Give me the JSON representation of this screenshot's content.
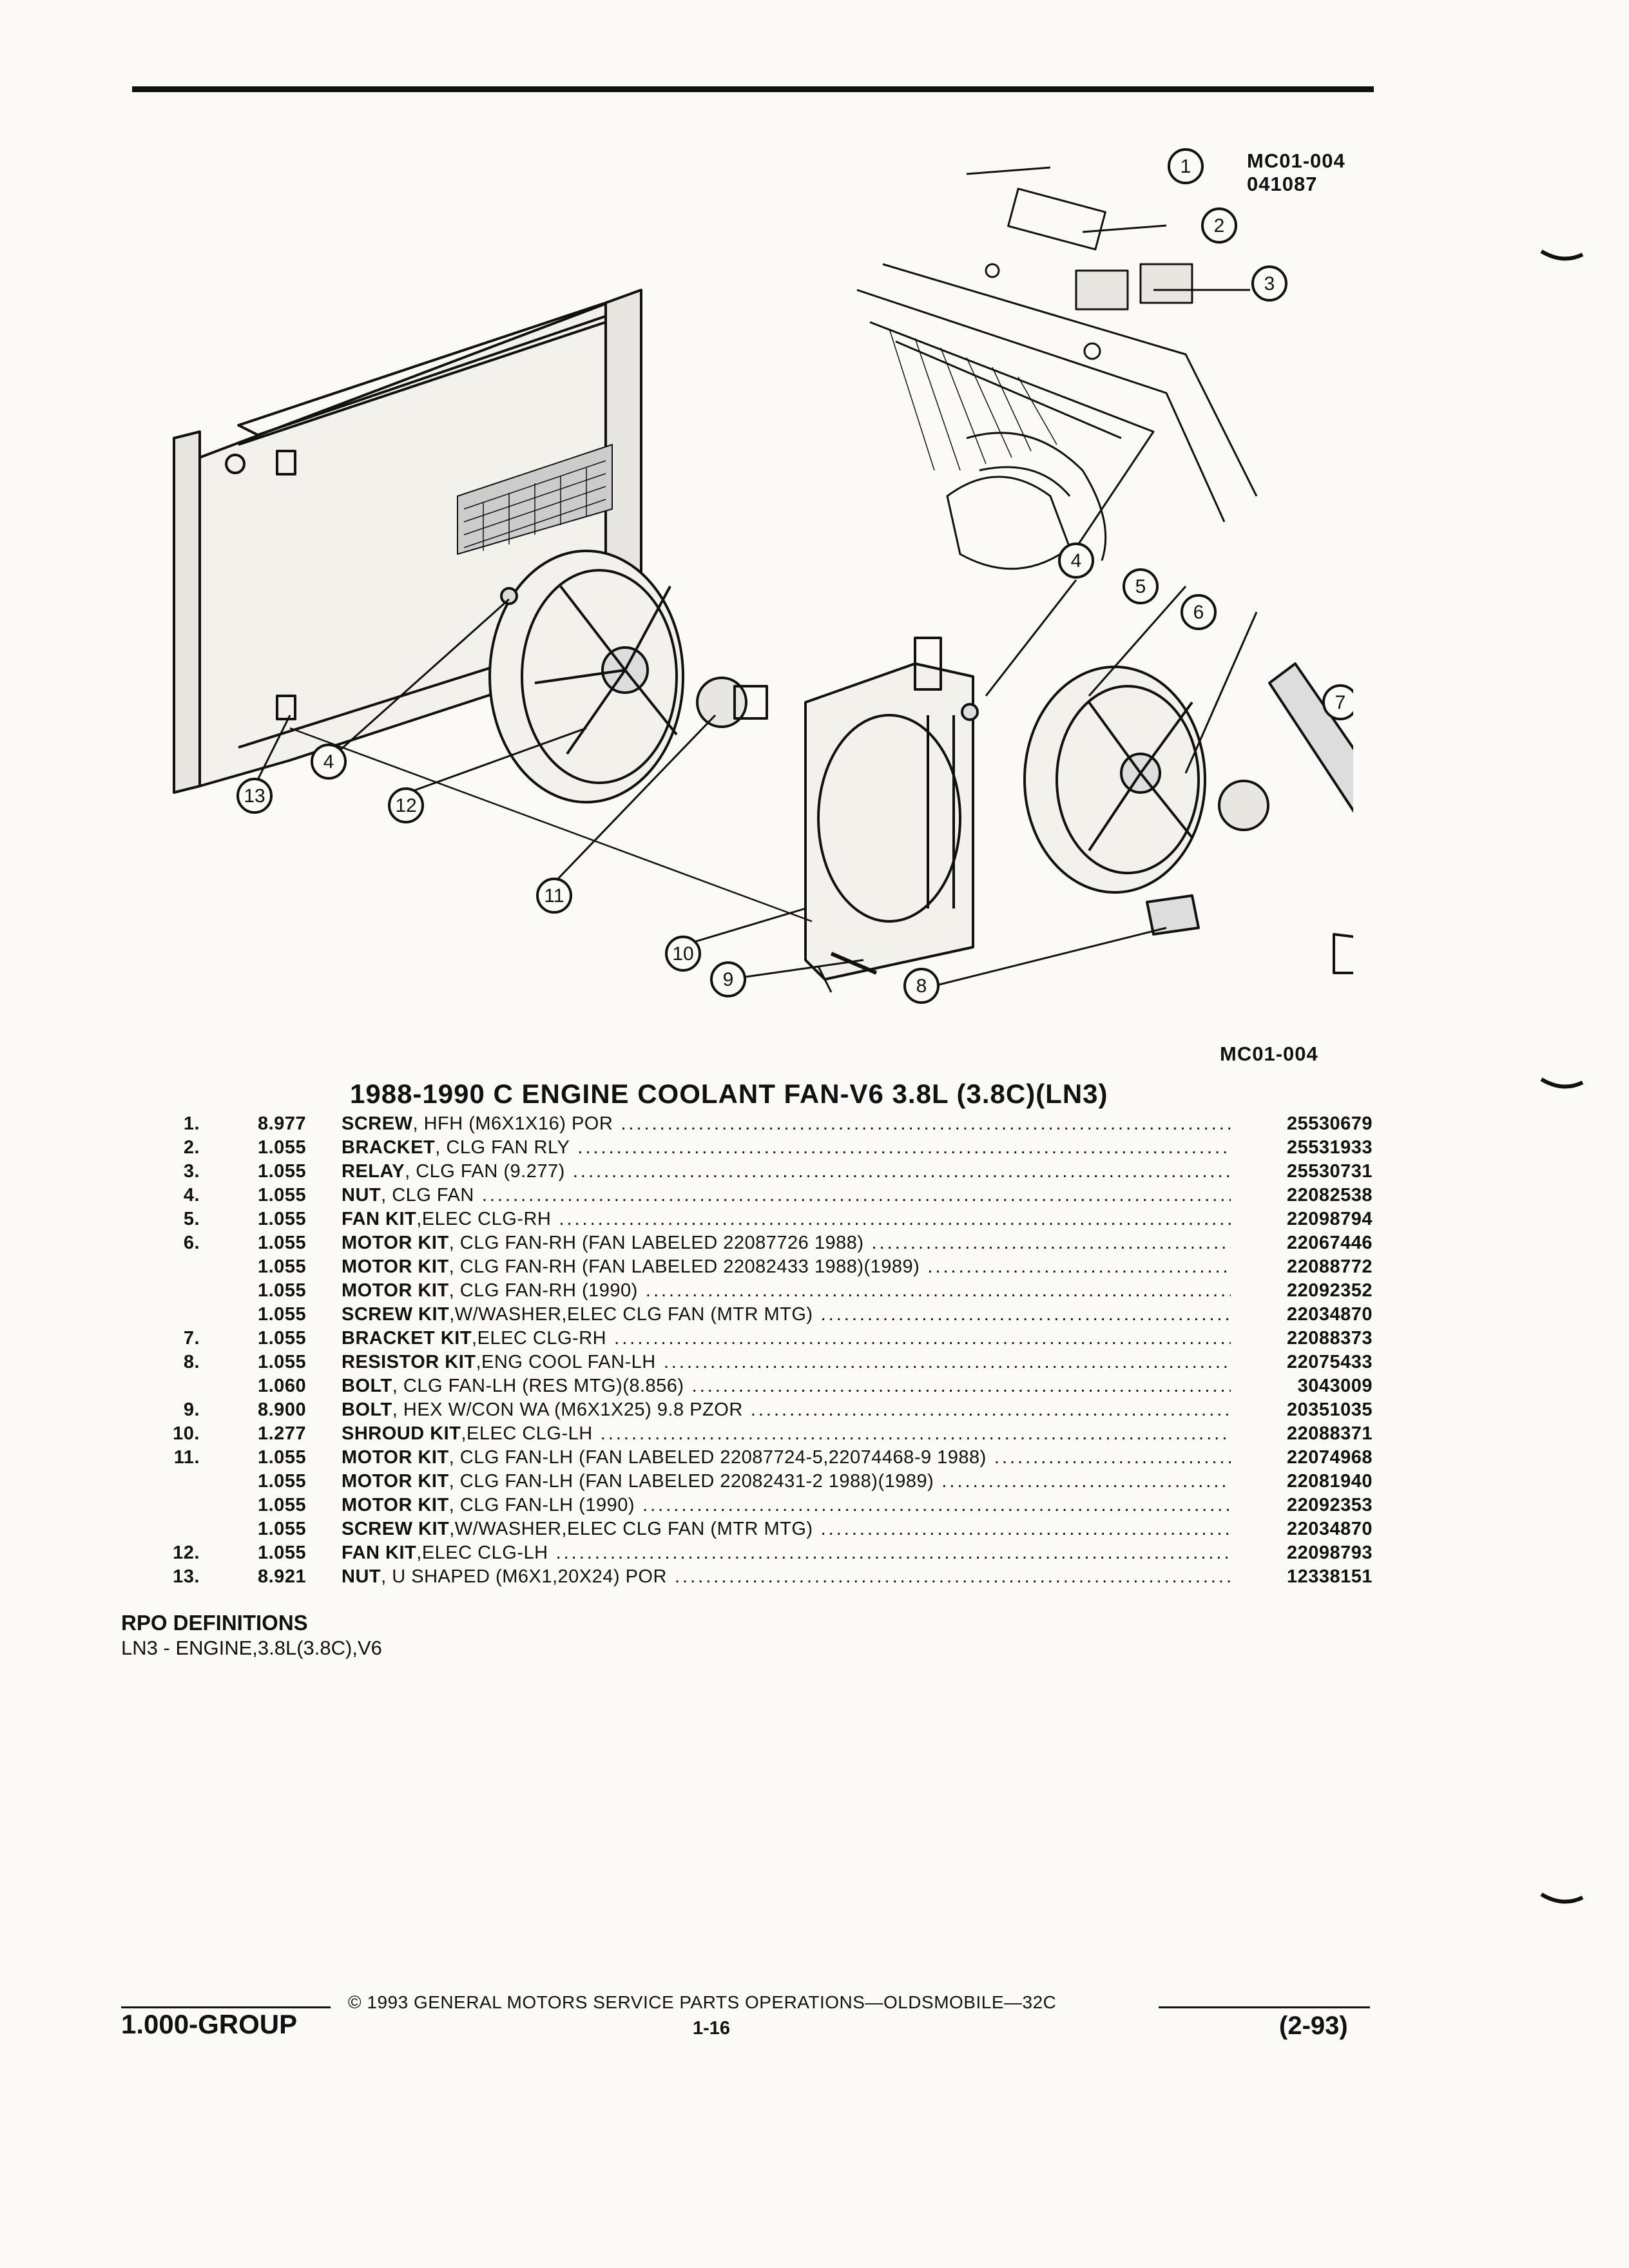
{
  "header": {
    "illustration_code": "MC01-004",
    "illustration_date": "041087",
    "illustration_code_bottom": "MC01-004"
  },
  "callouts": [
    "1",
    "2",
    "3",
    "4",
    "5",
    "6",
    "7",
    "8",
    "9",
    "10",
    "11",
    "12",
    "13",
    "4"
  ],
  "section_title": "1988-1990 C ENGINE COOLANT FAN-V6 3.8L (3.8C)(LN3)",
  "parts": [
    {
      "item": "1.",
      "qty": "8.977",
      "name": "SCREW",
      "detail": ", HFH (M6X1X16) POR",
      "part": "25530679"
    },
    {
      "item": "2.",
      "qty": "1.055",
      "name": "BRACKET",
      "detail": ", CLG FAN RLY",
      "part": "25531933"
    },
    {
      "item": "3.",
      "qty": "1.055",
      "name": "RELAY",
      "detail": ", CLG FAN (9.277)",
      "part": "25530731"
    },
    {
      "item": "4.",
      "qty": "1.055",
      "name": "NUT",
      "detail": ", CLG FAN",
      "part": "22082538"
    },
    {
      "item": "5.",
      "qty": "1.055",
      "name": "FAN KIT",
      "detail": ",ELEC CLG-RH",
      "part": "22098794"
    },
    {
      "item": "6.",
      "qty": "1.055",
      "name": "MOTOR KIT",
      "detail": ", CLG FAN-RH (FAN LABELED 22087726 1988)",
      "part": "22067446"
    },
    {
      "item": "",
      "qty": "1.055",
      "name": "MOTOR KIT",
      "detail": ", CLG FAN-RH (FAN LABELED 22082433 1988)(1989)",
      "part": "22088772"
    },
    {
      "item": "",
      "qty": "1.055",
      "name": "MOTOR KIT",
      "detail": ", CLG FAN-RH (1990)",
      "part": "22092352"
    },
    {
      "item": "",
      "qty": "1.055",
      "name": "SCREW KIT",
      "detail": ",W/WASHER,ELEC CLG FAN (MTR MTG)",
      "part": "22034870"
    },
    {
      "item": "7.",
      "qty": "1.055",
      "name": "BRACKET KIT",
      "detail": ",ELEC CLG-RH",
      "part": "22088373"
    },
    {
      "item": "8.",
      "qty": "1.055",
      "name": "RESISTOR KIT",
      "detail": ",ENG COOL FAN-LH",
      "part": "22075433"
    },
    {
      "item": "",
      "qty": "1.060",
      "name": "BOLT",
      "detail": ", CLG FAN-LH (RES MTG)(8.856)",
      "part": "3043009"
    },
    {
      "item": "9.",
      "qty": "8.900",
      "name": "BOLT",
      "detail": ", HEX W/CON WA (M6X1X25) 9.8 PZOR",
      "part": "20351035"
    },
    {
      "item": "10.",
      "qty": "1.277",
      "name": "SHROUD KIT",
      "detail": ",ELEC CLG-LH",
      "part": "22088371"
    },
    {
      "item": "11.",
      "qty": "1.055",
      "name": "MOTOR KIT",
      "detail": ", CLG FAN-LH (FAN LABELED 22087724-5,22074468-9 1988)",
      "part": "22074968"
    },
    {
      "item": "",
      "qty": "1.055",
      "name": "MOTOR KIT",
      "detail": ", CLG FAN-LH (FAN LABELED 22082431-2 1988)(1989)",
      "part": "22081940"
    },
    {
      "item": "",
      "qty": "1.055",
      "name": "MOTOR KIT",
      "detail": ", CLG FAN-LH (1990)",
      "part": "22092353"
    },
    {
      "item": "",
      "qty": "1.055",
      "name": "SCREW KIT",
      "detail": ",W/WASHER,ELEC CLG FAN (MTR MTG)",
      "part": "22034870"
    },
    {
      "item": "12.",
      "qty": "1.055",
      "name": "FAN KIT",
      "detail": ",ELEC CLG-LH",
      "part": "22098793"
    },
    {
      "item": "13.",
      "qty": "8.921",
      "name": "NUT",
      "detail": ", U SHAPED (M6X1,20X24) POR",
      "part": "12338151"
    }
  ],
  "rpo": {
    "title": "RPO DEFINITIONS",
    "definition": "LN3 - ENGINE,3.8L(3.8C),V6"
  },
  "footer": {
    "copyright": "© 1993 GENERAL MOTORS SERVICE PARTS OPERATIONS—OLDSMOBILE—32C",
    "group": "1.000-GROUP",
    "page": "1-16",
    "revision": "(2-93)"
  }
}
